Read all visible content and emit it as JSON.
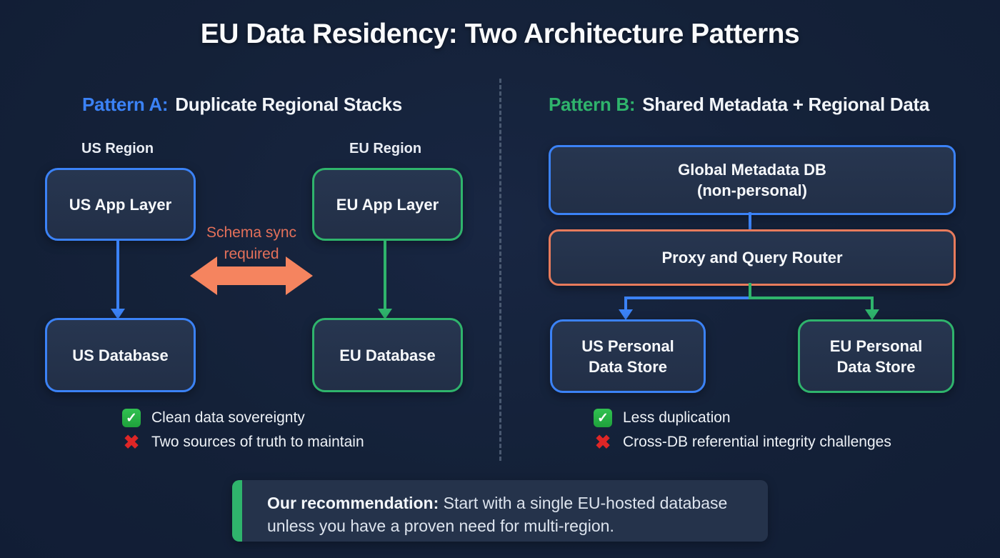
{
  "title": "EU Data Residency: Two Architecture Patterns",
  "pattern_a": {
    "label": "Pattern A:",
    "heading": "Duplicate Regional Stacks",
    "us_region_label": "US Region",
    "eu_region_label": "EU Region",
    "us_app_box": "US App Layer",
    "eu_app_box": "EU App Layer",
    "us_db_box": "US Database",
    "eu_db_box": "EU Database",
    "sync_note_line1": "Schema sync",
    "sync_note_line2": "required",
    "pro": "Clean data sovereignty",
    "con": "Two sources of truth to maintain"
  },
  "pattern_b": {
    "label": "Pattern B:",
    "heading": "Shared Metadata + Regional Data",
    "global_box_line1": "Global Metadata DB",
    "global_box_line2": "(non-personal)",
    "proxy_box": "Proxy and Query Router",
    "us_store_line1": "US Personal",
    "us_store_line2": "Data Store",
    "eu_store_line1": "EU Personal",
    "eu_store_line2": "Data Store",
    "pro": "Less duplication",
    "con": "Cross-DB referential integrity challenges"
  },
  "recommendation": {
    "bold": "Our recommendation:",
    "line1_rest": " Start with a single EU-hosted database",
    "line2": "unless you have a proven need for multi-region."
  },
  "icons": {
    "check_glyph": "✓",
    "cross_glyph": "✖"
  },
  "colors": {
    "background": "#142138",
    "node_fill": "#243349",
    "blue": "#3b82f6",
    "green": "#2fb46c",
    "orange_border": "#e87b5c",
    "orange_arrow": "#f5845f",
    "sync_text": "#e4705a",
    "check_green": "#27a93d",
    "cross_red": "#de2626",
    "divider": "#5b6b82",
    "recommendation_fill": "#25334b"
  }
}
